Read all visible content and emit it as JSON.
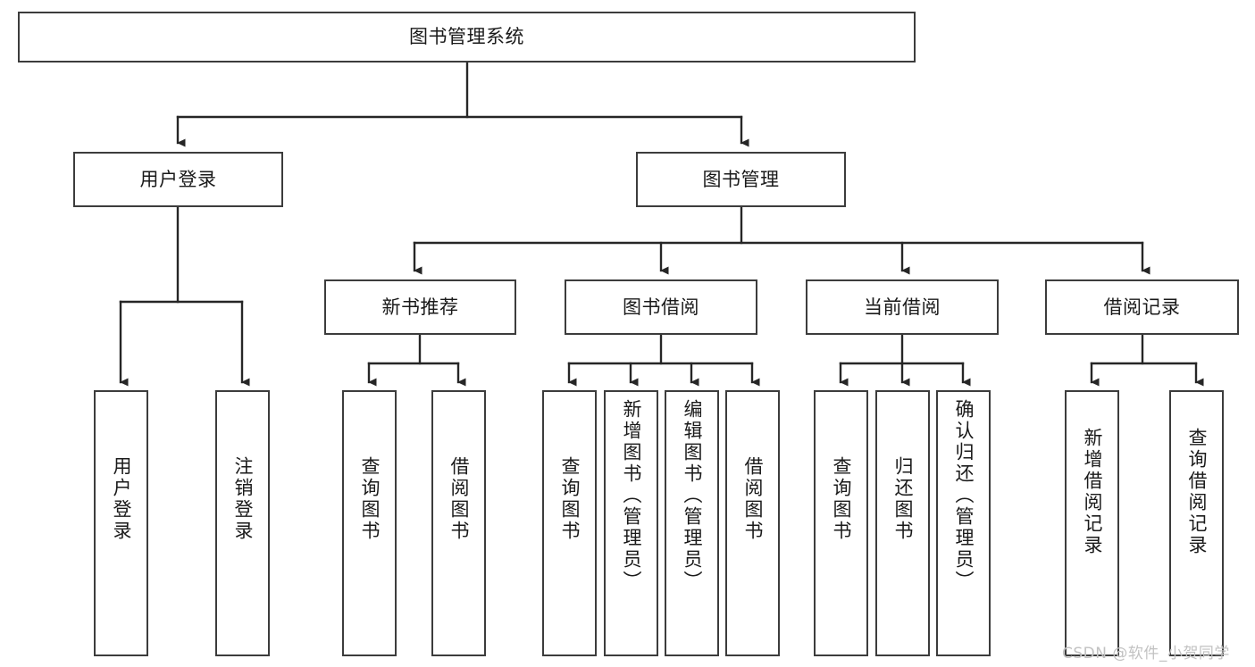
{
  "diagram": {
    "type": "tree-hierarchy",
    "title": "图书管理系统",
    "orientation": "top-down",
    "colors": {
      "box_border": "#3c3c3c",
      "box_fill": "#ffffff",
      "connector": "#262626",
      "text": "#1a1a1a",
      "watermark": "#c2c2c2",
      "background": "#ffffff"
    },
    "watermark": "CSDN @软件_小贺同学",
    "nodes": {
      "root": {
        "label": "图书管理系统"
      },
      "level2": [
        {
          "id": "user-login",
          "label": "用户登录"
        },
        {
          "id": "book-management",
          "label": "图书管理"
        }
      ],
      "level3": [
        {
          "id": "new-book-recommend",
          "label": "新书推荐"
        },
        {
          "id": "book-borrow",
          "label": "图书借阅"
        },
        {
          "id": "current-borrow",
          "label": "当前借阅"
        },
        {
          "id": "borrow-record",
          "label": "借阅记录"
        }
      ],
      "leaves": {
        "user-login": [
          {
            "id": "leaf-user-login",
            "label": "用户登录"
          },
          {
            "id": "leaf-logout-login",
            "label": "注销登录"
          }
        ],
        "new-book-recommend": [
          {
            "id": "leaf-query-book-1",
            "label": "查询图书"
          },
          {
            "id": "leaf-borrow-book-1",
            "label": "借阅图书"
          }
        ],
        "book-borrow": [
          {
            "id": "leaf-query-book-2",
            "label": "查询图书"
          },
          {
            "id": "leaf-add-book",
            "label": "新增图书（管理员）"
          },
          {
            "id": "leaf-edit-book",
            "label": "编辑图书（管理员）"
          },
          {
            "id": "leaf-borrow-book-2",
            "label": "借阅图书"
          }
        ],
        "current-borrow": [
          {
            "id": "leaf-query-book-3",
            "label": "查询图书"
          },
          {
            "id": "leaf-return-book",
            "label": "归还图书"
          },
          {
            "id": "leaf-confirm-return",
            "label": "确认归还（管理员）"
          }
        ],
        "borrow-record": [
          {
            "id": "leaf-add-record",
            "label": "新增借阅记录"
          },
          {
            "id": "leaf-query-record",
            "label": "查询借阅记录"
          }
        ]
      }
    }
  }
}
